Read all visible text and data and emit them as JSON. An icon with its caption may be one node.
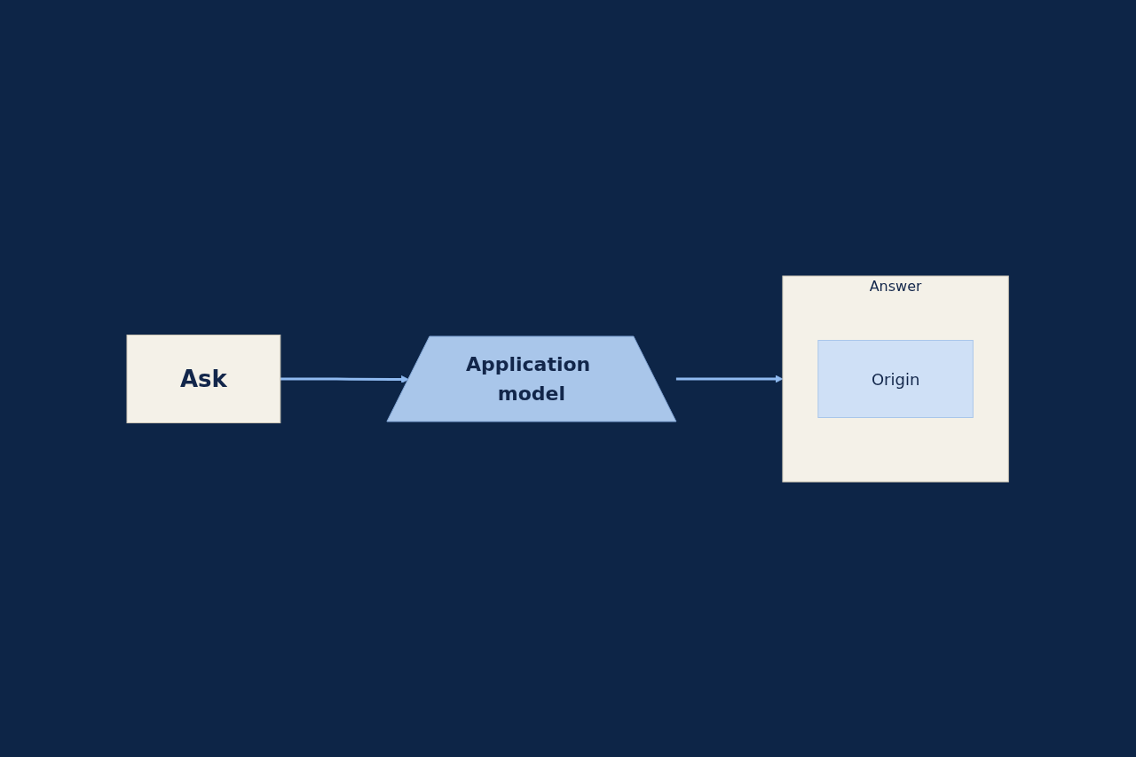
{
  "diagram": {
    "nodes": [
      {
        "text": [
          "Ask"
        ]
      },
      {
        "text": [
          "Application model"
        ]
      },
      {
        "text": [
          "Answer"
        ]
      },
      {
        "text": [
          "Origin"
        ],
        "in": 2
      }
    ],
    "edges": [
      {
        "from": 0,
        "to": 1,
        "arrow": "to"
      },
      {
        "from": 1,
        "to": 2,
        "arrow": "to"
      }
    ]
  }
}
